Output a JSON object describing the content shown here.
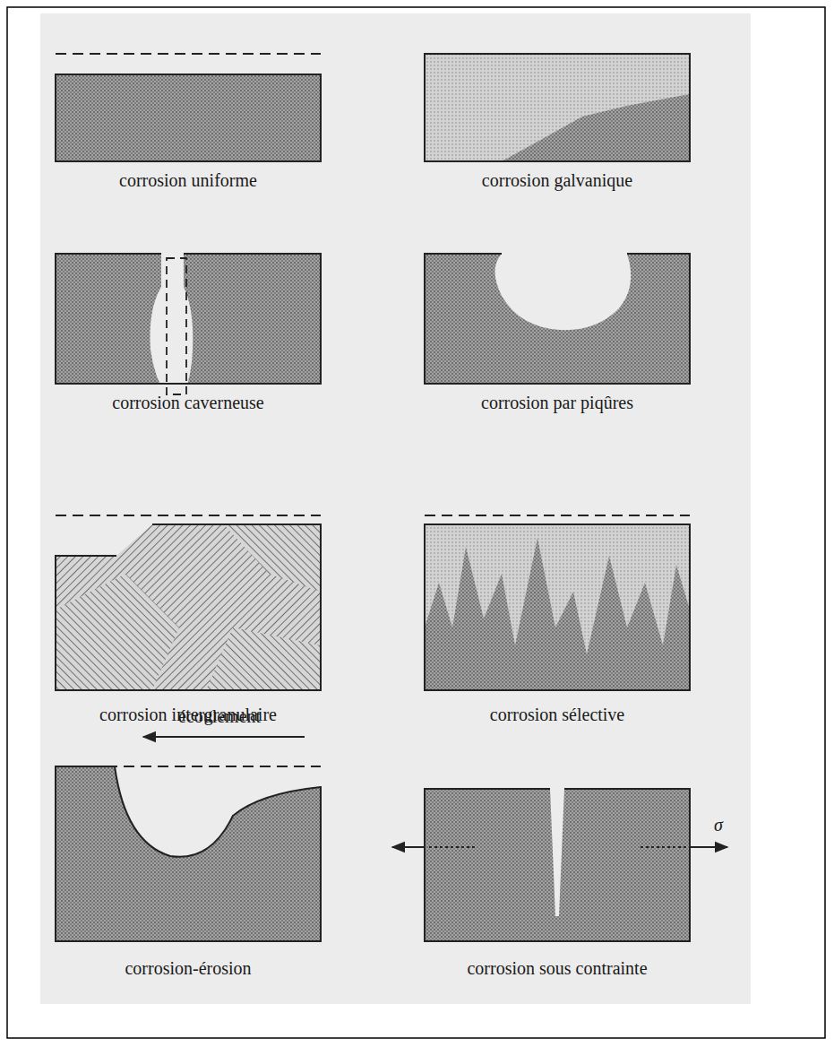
{
  "diagram": {
    "labels": [
      "corrosion uniforme",
      "corrosion galvanique",
      "corrosion caverneuse",
      "corrosion par piqûres",
      "corrosion intergranulaire",
      "corrosion sélective",
      "écoulement",
      "corrosion-érosion",
      "σ",
      "corrosion sous contrainte"
    ]
  }
}
